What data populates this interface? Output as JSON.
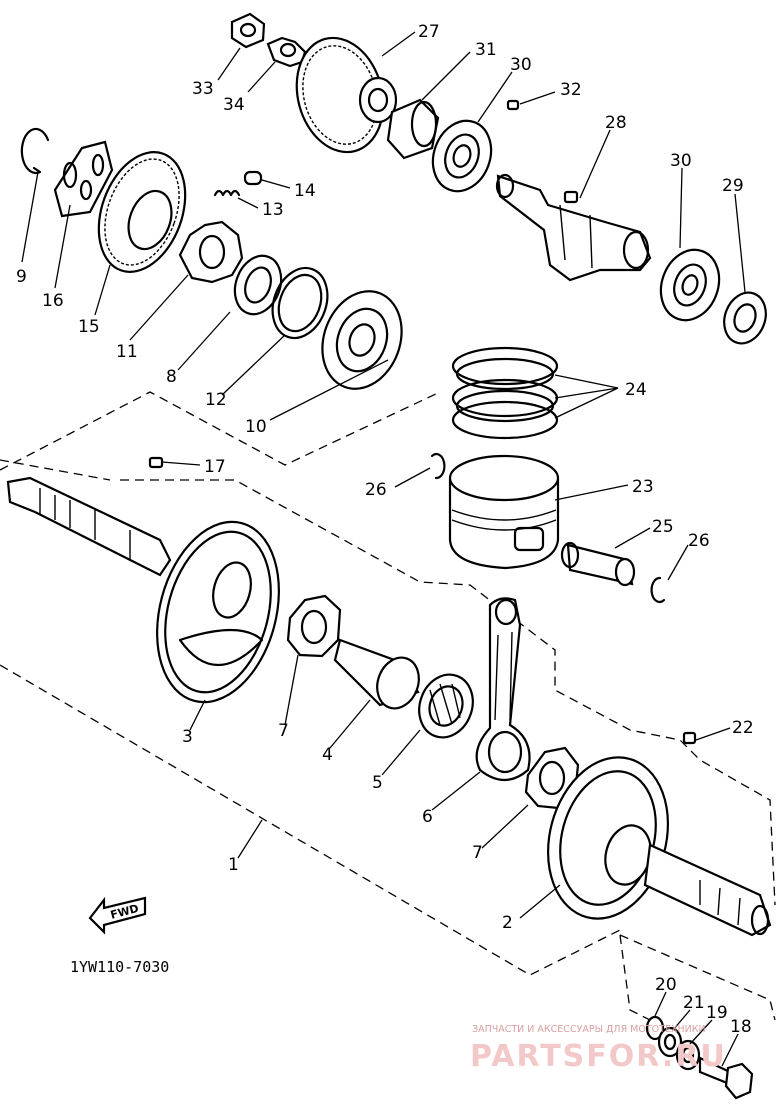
{
  "diagram": {
    "callouts": [
      {
        "id": "c33",
        "text": "33"
      },
      {
        "id": "c34",
        "text": "34"
      },
      {
        "id": "c27",
        "text": "27"
      },
      {
        "id": "c31",
        "text": "31"
      },
      {
        "id": "c30a",
        "text": "30"
      },
      {
        "id": "c32",
        "text": "32"
      },
      {
        "id": "c28",
        "text": "28"
      },
      {
        "id": "c30b",
        "text": "30"
      },
      {
        "id": "c29",
        "text": "29"
      },
      {
        "id": "c9",
        "text": "9"
      },
      {
        "id": "c16",
        "text": "16"
      },
      {
        "id": "c15",
        "text": "15"
      },
      {
        "id": "c14",
        "text": "14"
      },
      {
        "id": "c13",
        "text": "13"
      },
      {
        "id": "c11",
        "text": "11"
      },
      {
        "id": "c8",
        "text": "8"
      },
      {
        "id": "c12",
        "text": "12"
      },
      {
        "id": "c10",
        "text": "10"
      },
      {
        "id": "c24",
        "text": "24"
      },
      {
        "id": "c17",
        "text": "17"
      },
      {
        "id": "c26a",
        "text": "26"
      },
      {
        "id": "c23",
        "text": "23"
      },
      {
        "id": "c25",
        "text": "25"
      },
      {
        "id": "c26b",
        "text": "26"
      },
      {
        "id": "c3",
        "text": "3"
      },
      {
        "id": "c7a",
        "text": "7"
      },
      {
        "id": "c4",
        "text": "4"
      },
      {
        "id": "c5",
        "text": "5"
      },
      {
        "id": "c6",
        "text": "6"
      },
      {
        "id": "c22",
        "text": "22"
      },
      {
        "id": "c7b",
        "text": "7"
      },
      {
        "id": "c1",
        "text": "1"
      },
      {
        "id": "c2",
        "text": "2"
      },
      {
        "id": "c20",
        "text": "20"
      },
      {
        "id": "c21",
        "text": "21"
      },
      {
        "id": "c19",
        "text": "19"
      },
      {
        "id": "c18",
        "text": "18"
      }
    ],
    "fwd_label": "FWD",
    "drawing_code": "1YW110-7030"
  },
  "watermark": {
    "caption": "ЗАПЧАСТИ И АКСЕССУАРЫ ДЛЯ МОТОТЕХНИКИ",
    "brand": "PARTSFOR.RU"
  }
}
